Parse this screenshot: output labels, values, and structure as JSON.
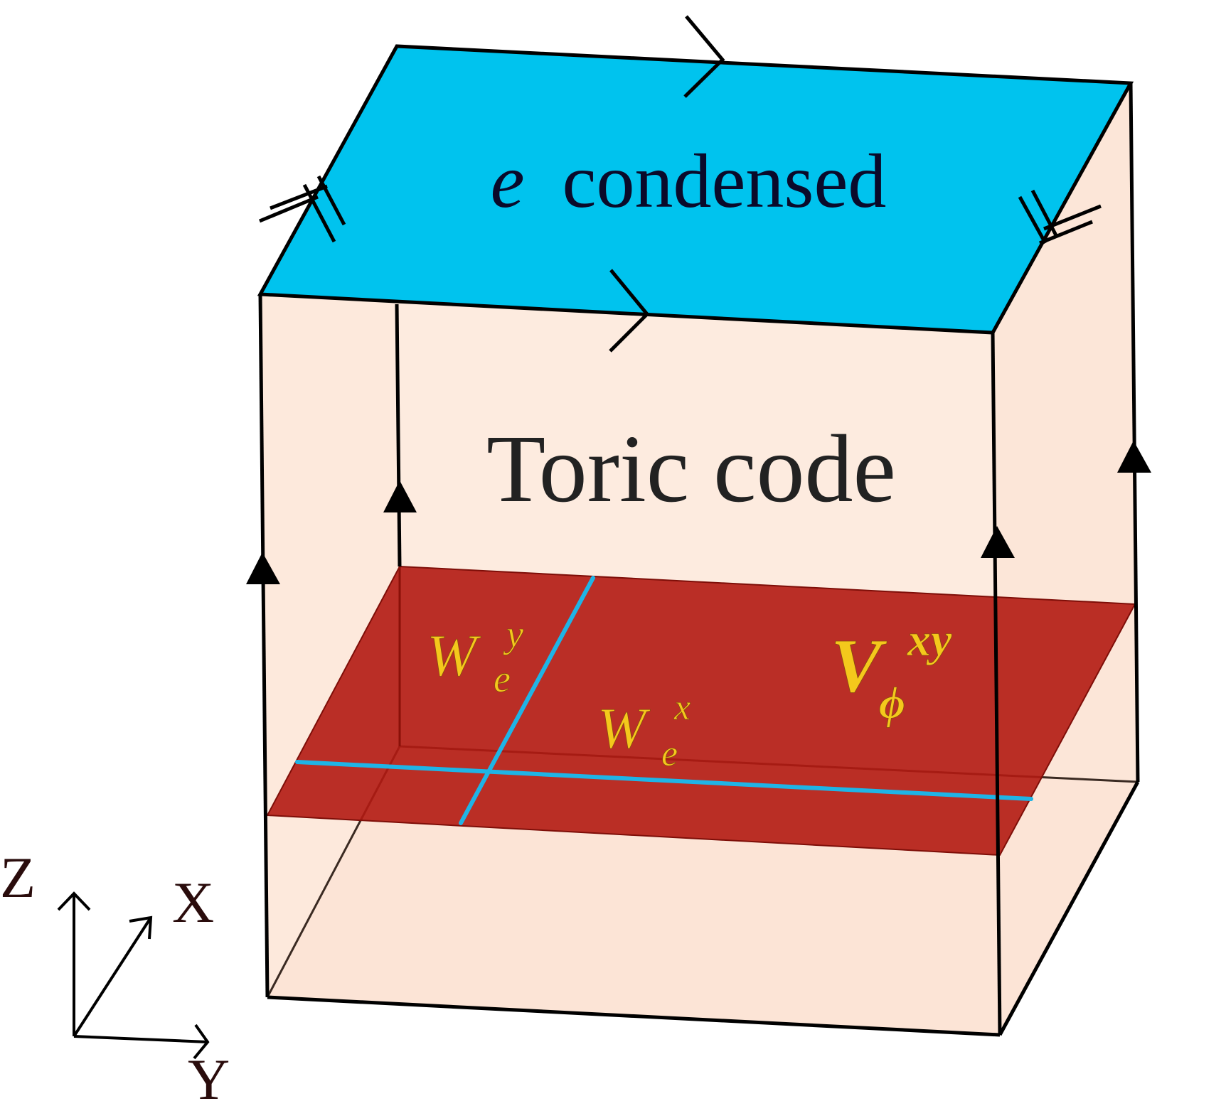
{
  "colors": {
    "top_face": "#00c3ee",
    "bulk": "#fdebdf",
    "slab": "#b21a12",
    "wilson_line": "#1fb4e6",
    "math_label": "#f4c81c",
    "edge": "#000000",
    "title_text": "#0a0a2a",
    "body_text": "#222222",
    "axis_text": "#2a0c0c"
  },
  "top_label": {
    "symbol": "e",
    "text": "condensed"
  },
  "bulk_label": "Toric code",
  "operators": {
    "we_y": {
      "base": "W",
      "sub": "e",
      "sup": "y"
    },
    "we_x": {
      "base": "W",
      "sub": "e",
      "sup": "x"
    },
    "v_phi": {
      "base": "V",
      "sub": "ϕ",
      "sup": "xy"
    }
  },
  "axes": {
    "z": "Z",
    "x": "X",
    "y": "Y"
  }
}
